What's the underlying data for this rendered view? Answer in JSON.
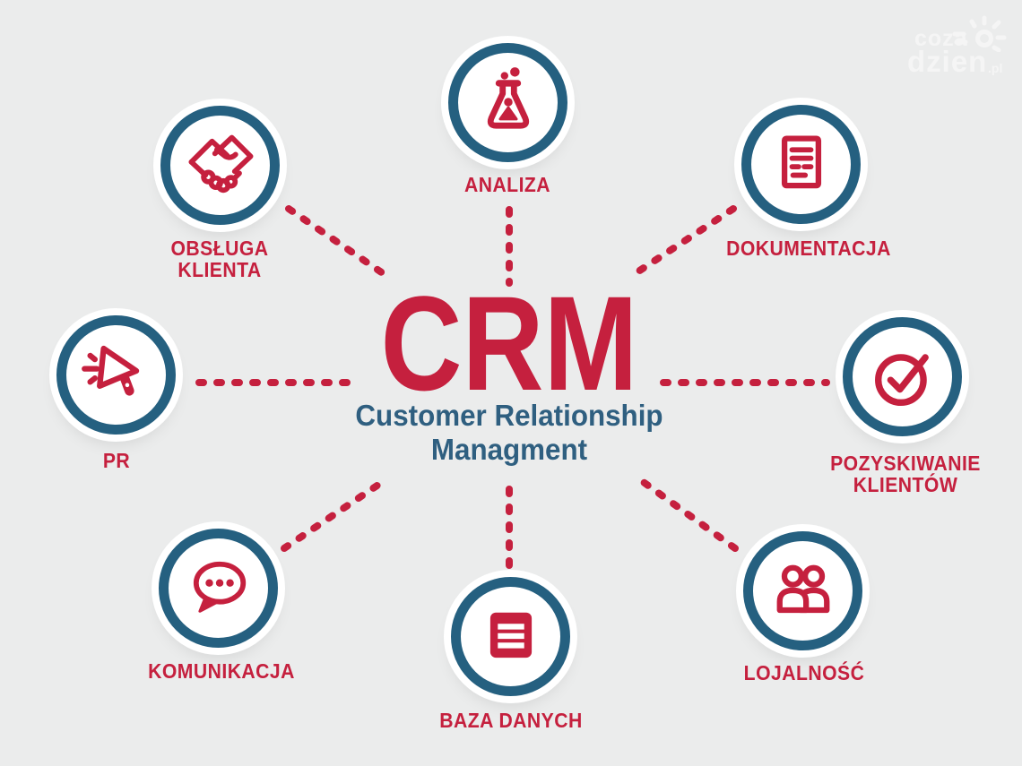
{
  "colors": {
    "bg": "#ebecec",
    "red": "#c5203e",
    "blue-ring": "#256080",
    "blue-text": "#2f5f80",
    "white": "#ffffff"
  },
  "center": {
    "title": "CRM",
    "subtitle_line1": "Customer Relationship",
    "subtitle_line2": "Managment"
  },
  "nodes": [
    {
      "id": "analiza",
      "label": "ANALIZA",
      "icon": "flask-icon"
    },
    {
      "id": "obsluga-klienta",
      "label": "OBSŁUGA\nKLIENTA",
      "icon": "handshake-icon"
    },
    {
      "id": "dokumentacja",
      "label": "DOKUMENTACJA",
      "icon": "document-icon"
    },
    {
      "id": "pr",
      "label": "PR",
      "icon": "megaphone-icon"
    },
    {
      "id": "pozyskiwanie-klientow",
      "label": "POZYSKIWANIE\nKLIENTÓW",
      "icon": "check-circle-icon"
    },
    {
      "id": "komunikacja",
      "label": "KOMUNIKACJA",
      "icon": "speech-bubble-icon"
    },
    {
      "id": "baza-danych",
      "label": "BAZA DANYCH",
      "icon": "database-icon"
    },
    {
      "id": "lojalnosc",
      "label": "LOJALNOŚĆ",
      "icon": "people-icon"
    }
  ],
  "watermark": {
    "line1": "coza",
    "line2": "dzien",
    "tld": ".pl",
    "icon": "sun-icon"
  }
}
